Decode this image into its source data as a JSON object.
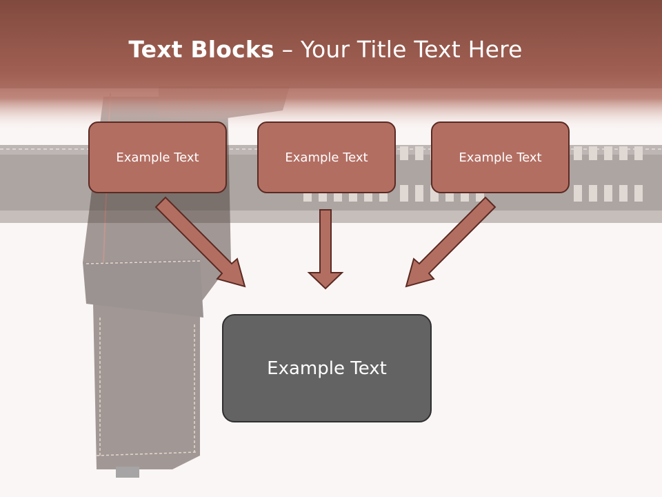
{
  "title": {
    "bold": "Text Blocks",
    "separator": " – ",
    "rest": "Your Title Text Here"
  },
  "blocks": {
    "top": [
      "Example Text",
      "Example Text",
      "Example Text"
    ],
    "bottom": "Example Text"
  },
  "colors": {
    "header_band": "#7a463c",
    "top_box_fill": "#b36e62",
    "top_box_border": "#5a2a22",
    "bottom_box_fill": "#636363",
    "arrow_fill": "#b36e62"
  }
}
